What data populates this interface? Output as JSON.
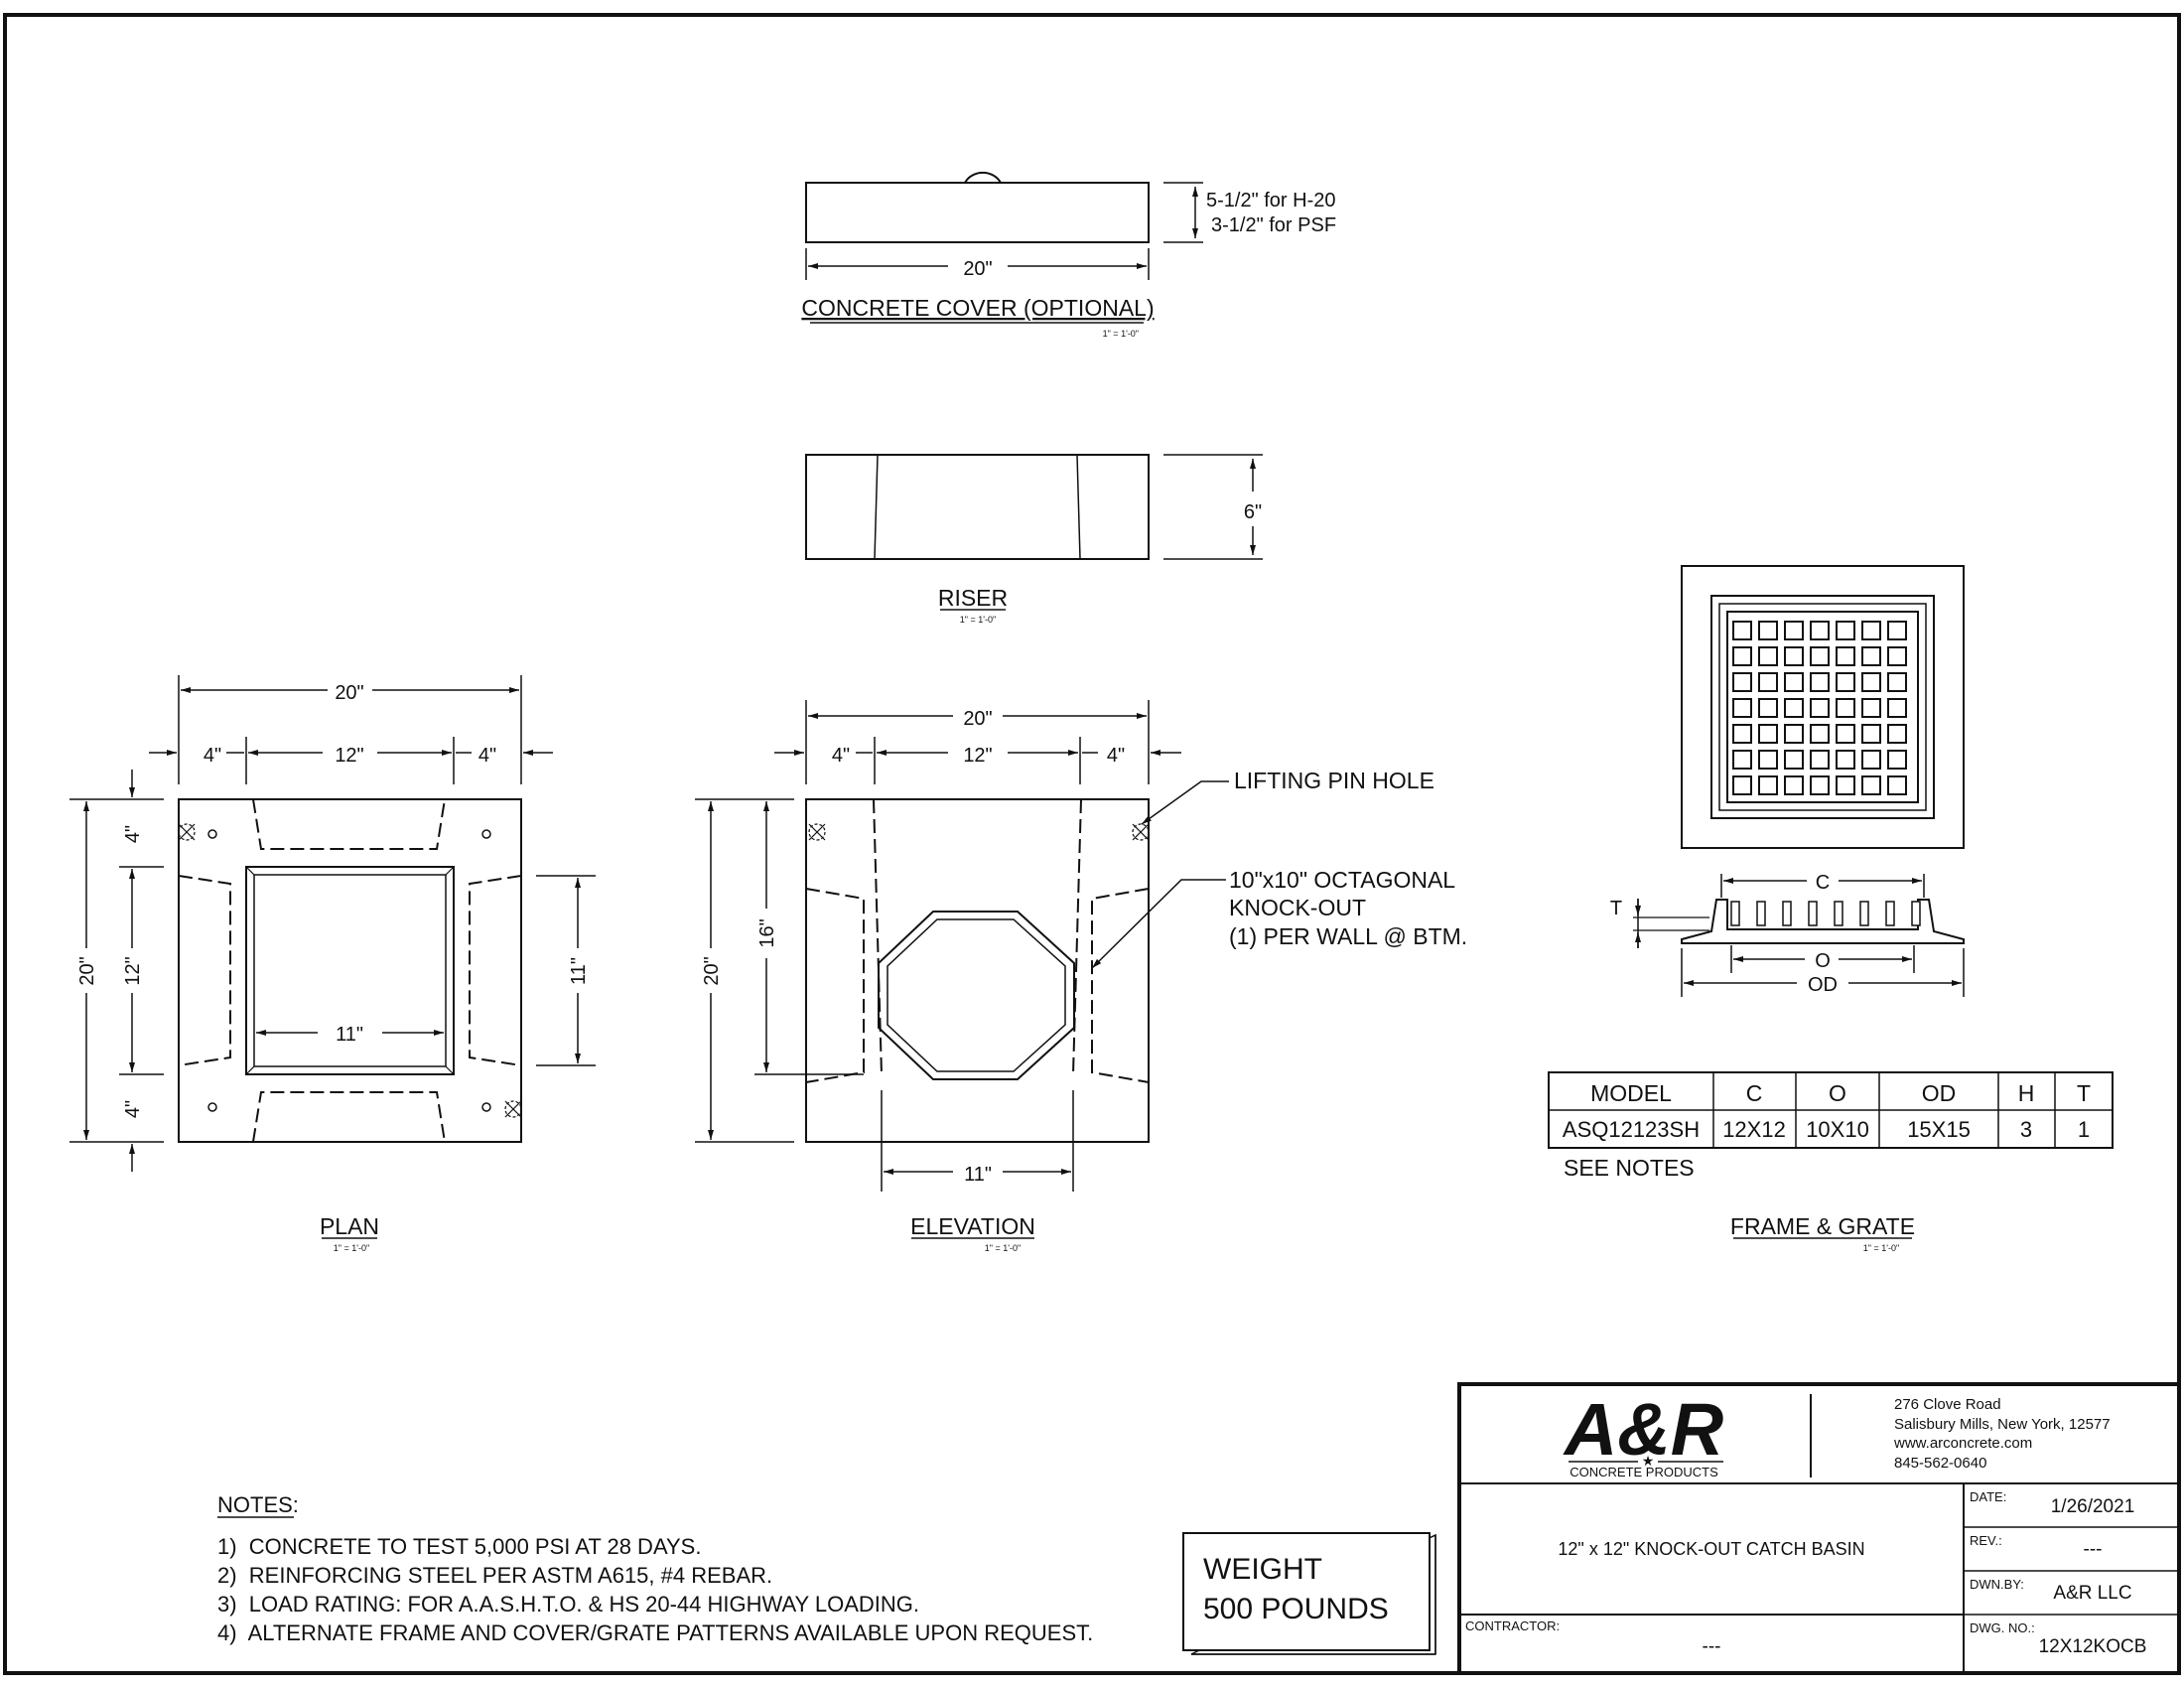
{
  "cover": {
    "title": "CONCRETE COVER (OPTIONAL)",
    "scale": "1\" = 1'-0\"",
    "width_dim": "20\"",
    "thickness_note_1": "5-1/2\" for H-20",
    "thickness_note_2": "3-1/2\" for PSF"
  },
  "riser": {
    "title": "RISER",
    "scale": "1\" = 1'-0\"",
    "height_dim": "6\""
  },
  "plan": {
    "title": "PLAN",
    "scale": "1\" = 1'-0\"",
    "dims": {
      "overall_width": "20\"",
      "left_wall": "4\"",
      "center": "12\"",
      "right_wall": "4\"",
      "overall_height": "20\"",
      "top_wall": "4\"",
      "center_v": "12\"",
      "bottom_wall": "4\"",
      "opening": "11\"",
      "knockout_right": "11\""
    }
  },
  "elevation": {
    "title": "ELEVATION",
    "scale": "1\" = 1'-0\"",
    "dims": {
      "overall_width": "20\"",
      "left_wall": "4\"",
      "center": "12\"",
      "right_wall": "4\"",
      "overall_height": "20\"",
      "inner_height": "16\"",
      "bottom_opening": "11\""
    },
    "callout_lifting": "LIFTING PIN HOLE",
    "callout_knockout_1": "10\"x10\" OCTAGONAL",
    "callout_knockout_2": "KNOCK-OUT",
    "callout_knockout_3": "(1) PER WALL @ BTM."
  },
  "frame_grate": {
    "title": "FRAME & GRATE",
    "scale": "1\" = 1'-0\"",
    "dim_c": "C",
    "dim_t": "T",
    "dim_o": "O",
    "dim_od": "OD",
    "table": {
      "headers": [
        "MODEL",
        "C",
        "O",
        "OD",
        "H",
        "T"
      ],
      "row": [
        "ASQ12123SH",
        "12X12",
        "10X10",
        "15X15",
        "3",
        "1"
      ]
    },
    "see_notes": "SEE NOTES"
  },
  "notes": {
    "heading": "NOTES:",
    "items": [
      "1)  CONCRETE TO TEST 5,000 PSI AT 28 DAYS.",
      "2)  REINFORCING STEEL PER ASTM A615, #4 REBAR.",
      "3)  LOAD RATING: FOR A.A.S.H.T.O. & HS 20-44 HIGHWAY LOADING.",
      "4)  ALTERNATE FRAME AND COVER/GRATE PATTERNS AVAILABLE UPON REQUEST."
    ]
  },
  "weight": {
    "line1": "WEIGHT",
    "line2": "500 POUNDS"
  },
  "title_block": {
    "logo_text": "A&R",
    "logo_sub": "CONCRETE PRODUCTS",
    "address_1": "276 Clove Road",
    "address_2": "Salisbury Mills, New York, 12577",
    "website": "www.arconcrete.com",
    "phone": "845-562-0640",
    "drawing_title": "12\" x 12\" KNOCK-OUT CATCH BASIN",
    "date_label": "DATE:",
    "date_value": "1/26/2021",
    "rev_label": "REV.:",
    "rev_value": "---",
    "dwnby_label": "DWN.BY:",
    "dwnby_value": "A&R LLC",
    "contractor_label": "CONTRACTOR:",
    "contractor_value": "---",
    "dwgno_label": "DWG. NO.:",
    "dwgno_value": "12X12KOCB"
  }
}
